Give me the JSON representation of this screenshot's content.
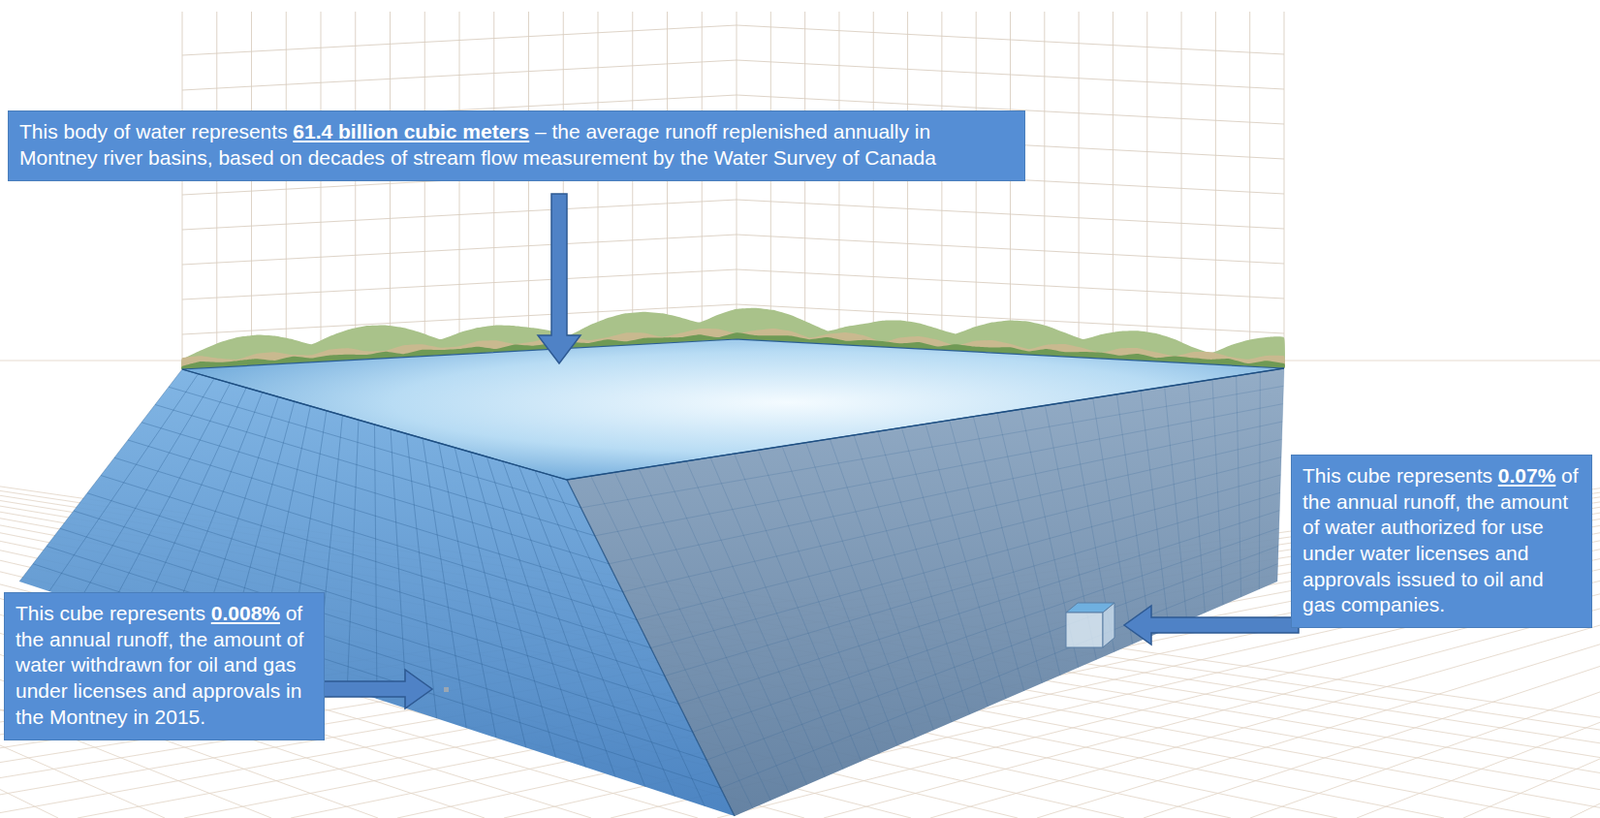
{
  "diagram": {
    "nodes": [
      {
        "text": [
          "This body of water represents",
          "61.4 billion cubic meters",
          "– the average runoff replenished annually in Montney river basins, based on decades of stream flow measurement by the Water Survey of Canada"
        ]
      },
      {
        "text": [
          "This cube represents",
          "0.008%",
          "of the annual runoff, the amount of water withdrawn for oil and gas under licenses and approvals in the Montney in 2015."
        ]
      },
      {
        "text": [
          "This cube represents",
          "0.07%",
          "of the annual runoff, the amount of water authorized for use under water licenses and approvals issued to oil and gas companies."
        ]
      }
    ]
  }
}
